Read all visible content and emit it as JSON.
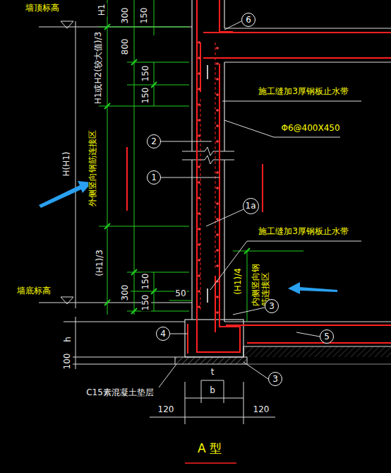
{
  "diagram": {
    "caption": "A 型",
    "nodes": [
      {
        "text": [
          "6"
        ]
      },
      {
        "text": [
          "2"
        ]
      },
      {
        "text": [
          "1"
        ]
      },
      {
        "text": [
          "1a"
        ]
      },
      {
        "text": [
          "3"
        ]
      },
      {
        "text": [
          "4"
        ]
      },
      {
        "text": [
          "5"
        ]
      },
      {
        "text": [
          "3"
        ]
      }
    ],
    "labels": [
      "墙顶标高",
      "H1",
      "300",
      "150",
      "800",
      "H1或H2(较大值)/3",
      "150",
      "150",
      "施工缝加3厚钢板止水带",
      "Φ6@400X450",
      "H(H1)",
      "外侧竖向钢筋连接区",
      "施工缝加3厚钢板止水带",
      "(H1)/3",
      "150",
      "300",
      "150",
      "50",
      "(H1)/4",
      "内侧竖向钢筋连接区",
      "墙底标高",
      "h",
      "100",
      "C15素混凝土垫层",
      "t",
      "b",
      "120",
      "120"
    ]
  }
}
